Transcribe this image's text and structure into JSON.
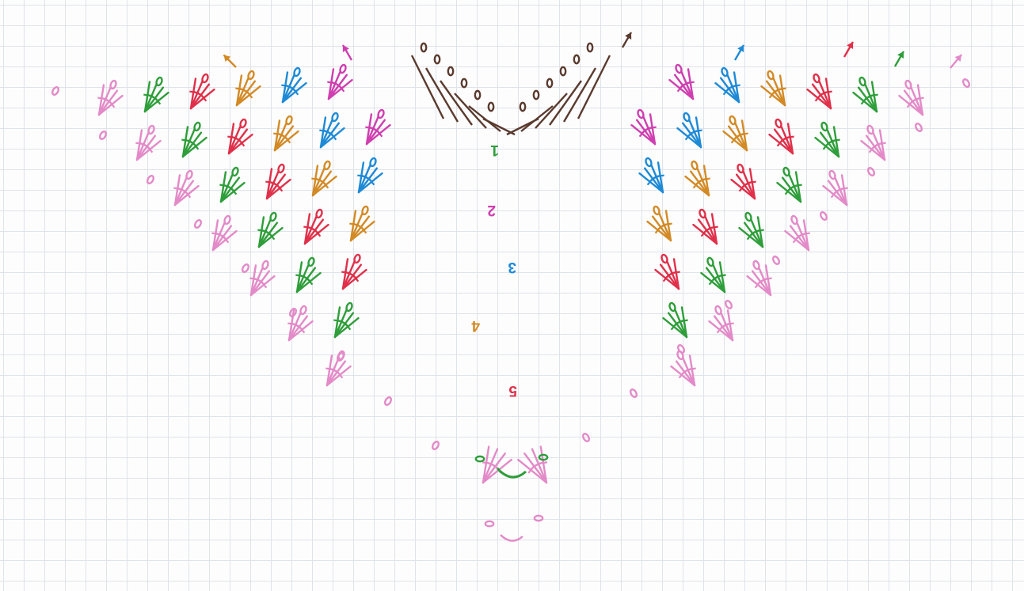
{
  "diagram": {
    "type": "crochet-chart",
    "row_labels": [
      {
        "text": "1",
        "color": "#2e9e3a"
      },
      {
        "text": "2",
        "color": "#cf3fb0"
      },
      {
        "text": "3",
        "color": "#1e8ad6"
      },
      {
        "text": "4",
        "color": "#d38a25"
      },
      {
        "text": "5",
        "color": "#e0304a"
      }
    ],
    "colors": {
      "dark": "#5a3a2e",
      "magenta": "#cf3fb0",
      "blue": "#1e8ad6",
      "orange": "#d38a25",
      "red": "#e0304a",
      "green": "#2e9e3a",
      "pink": "#e38ac8",
      "grid": "#dfe3ea"
    },
    "symbols": [
      "chain-stitch-oval",
      "double-crochet-fan",
      "direction-arrow"
    ]
  }
}
